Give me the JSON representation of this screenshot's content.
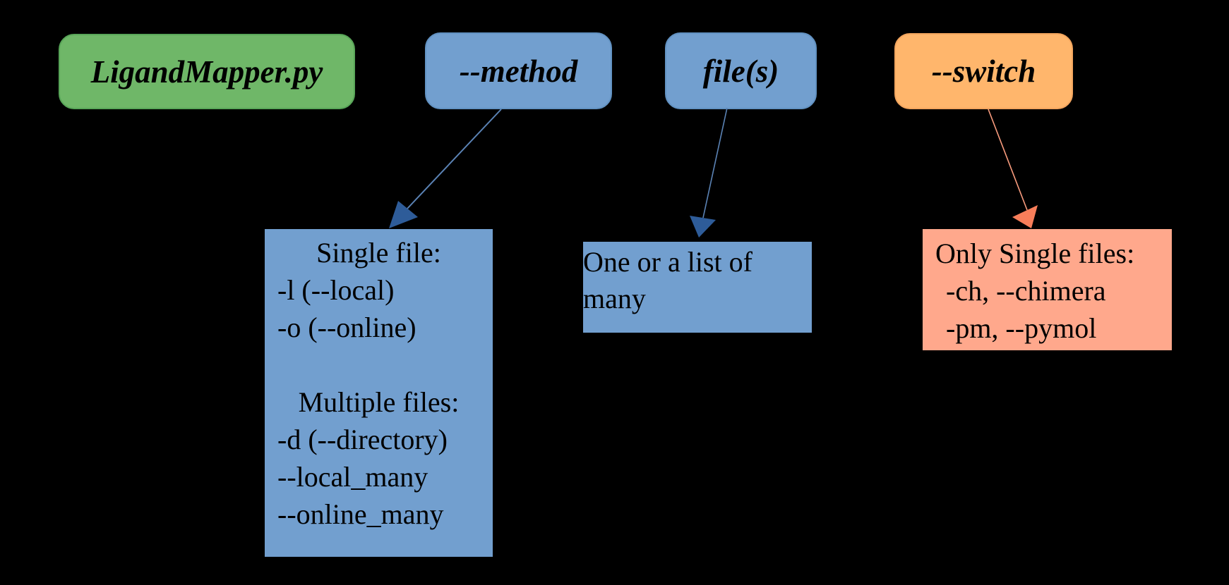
{
  "diagram": {
    "script_node": {
      "label": "LigandMapper.py"
    },
    "method_node": {
      "label": "--method"
    },
    "files_node": {
      "label": "file(s)"
    },
    "switch_node": {
      "label": "--switch"
    },
    "method_detail": {
      "lines": [
        "Single file:",
        "-l (--local)",
        "-o (--online)",
        "",
        "Multiple files:",
        "-d (--directory)",
        "--local_many",
        "--online_many"
      ]
    },
    "files_detail": {
      "lines": [
        "One or a list of",
        "many"
      ]
    },
    "switch_detail": {
      "lines": [
        "Only Single files:",
        "-ch, --chimera",
        "-pm, --pymol"
      ]
    }
  },
  "colors": {
    "background": "#000000",
    "text": "#000000",
    "node_green": "#6FB768",
    "node_blue": "#729FCF",
    "node_orange": "#FFB66C",
    "node_salmon": "#FFA88C",
    "arrow_blue_line": "#5B83B5",
    "arrow_blue_head": "#2E5C99",
    "arrow_orange_line": "#F99C7E",
    "arrow_orange_head": "#F87E5A"
  }
}
